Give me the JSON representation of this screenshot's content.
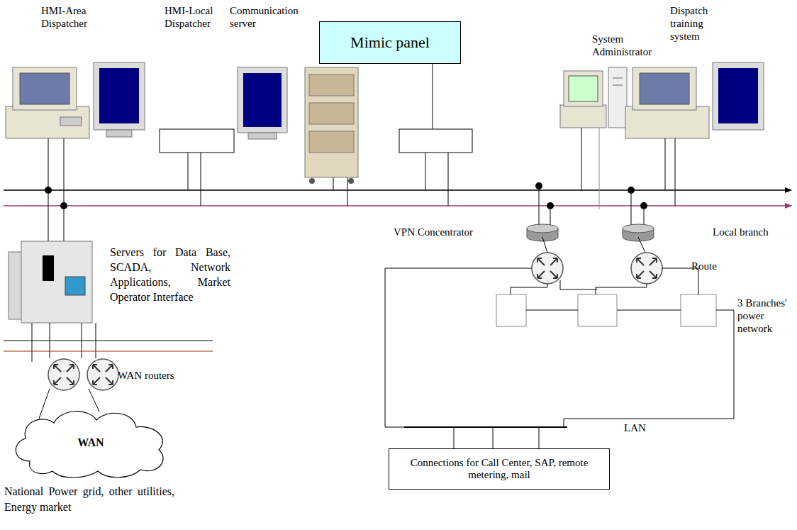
{
  "diagram": {
    "nodes": [
      {
        "text": [
          "Mimic panel"
        ]
      },
      {
        "text": [
          "WAN"
        ]
      },
      {
        "text": [
          "Connections for Call Center, SAP, remote metering, mail"
        ]
      }
    ],
    "labels": [
      "HMI-Area Dispatcher",
      "HMI-Local Dispatcher",
      "Communication server",
      "System Administrator",
      "Dispatch training system",
      "Local branch",
      "Servers for Data Base, SCADA, Network Applications, Market Operator Interface",
      "VPN Concentrator",
      "Route",
      "3 Branches' power network",
      "WAN routers",
      "LAN",
      "National Power grid, other utilities, Energy market"
    ]
  }
}
